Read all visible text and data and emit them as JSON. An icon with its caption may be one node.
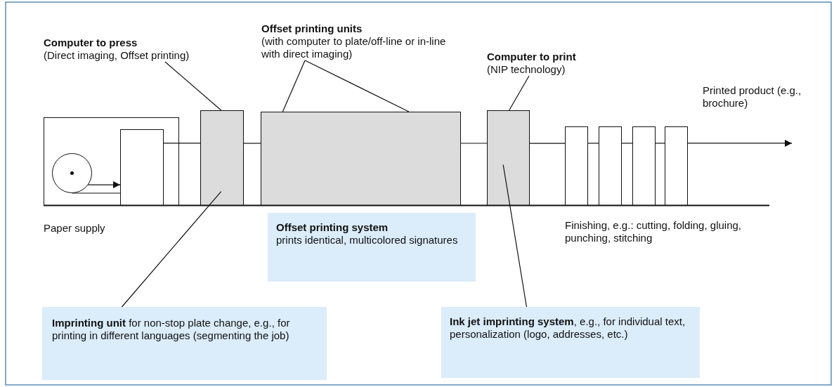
{
  "diagram": {
    "nodes": [
      {
        "text": [
          "Computer to press",
          "(Direct imaging, Offset printing)"
        ]
      },
      {
        "text": [
          "Offset printing units",
          "(with computer to plate/off-line or in-line with direct imaging)"
        ]
      },
      {
        "text": [
          "Computer to print",
          "(NIP technology)"
        ]
      },
      {
        "text": [],
        "shape": "box"
      },
      {
        "text": [],
        "shape": "circle",
        "in": 3
      },
      {
        "text": [],
        "shape": "box",
        "in": 3
      },
      {
        "text": [],
        "shape": "box"
      },
      {
        "text": [],
        "shape": "box"
      },
      {
        "text": [],
        "shape": "box"
      },
      {
        "text": [],
        "shape": "box"
      },
      {
        "text": [],
        "shape": "box"
      },
      {
        "text": [],
        "shape": "box"
      },
      {
        "text": [],
        "shape": "box"
      },
      {
        "text": [
          "Offset printing system",
          "prints identical, multicolored signatures"
        ]
      },
      {
        "text": [
          "**Imprinting unit** for non-stop plate change, e.g., for printing in different languages (segmenting the job)"
        ]
      },
      {
        "text": [
          "**Ink jet imprinting system**, e.g., for individual text, personalization (logo, addresses, etc.)"
        ]
      }
    ],
    "edges": [
      {
        "from": 0,
        "to": 6,
        "arrow": "none"
      },
      {
        "from": 1,
        "to": 7,
        "arrow": "none"
      },
      {
        "from": 1,
        "to": 7,
        "arrow": "none"
      },
      {
        "from": 2,
        "to": 8,
        "arrow": "none"
      },
      {
        "from": 14,
        "to": 6,
        "arrow": "none"
      },
      {
        "from": 15,
        "to": 8,
        "arrow": "none"
      },
      {
        "from": 4,
        "to": 5,
        "arrow": "to"
      },
      {
        "from": 4,
        "to": 5,
        "arrow": "none"
      },
      {
        "from": 5,
        "to": 6,
        "arrow": "none"
      },
      {
        "from": 6,
        "to": 7,
        "arrow": "none"
      },
      {
        "from": 7,
        "to": 8,
        "arrow": "none"
      },
      {
        "from": 8,
        "to": 9,
        "arrow": "none"
      },
      {
        "from": 9,
        "to": 10,
        "arrow": "none"
      },
      {
        "from": 10,
        "to": 11,
        "arrow": "none"
      },
      {
        "from": 11,
        "to": 12,
        "arrow": "none"
      },
      {
        "from": 12,
        "to": null,
        "arrow": "to"
      }
    ],
    "labels": [
      "Printed product (e.g., brochure)",
      "Paper supply",
      "Finishing, e.g.: cutting, folding, gluing, punching, stitching"
    ]
  }
}
